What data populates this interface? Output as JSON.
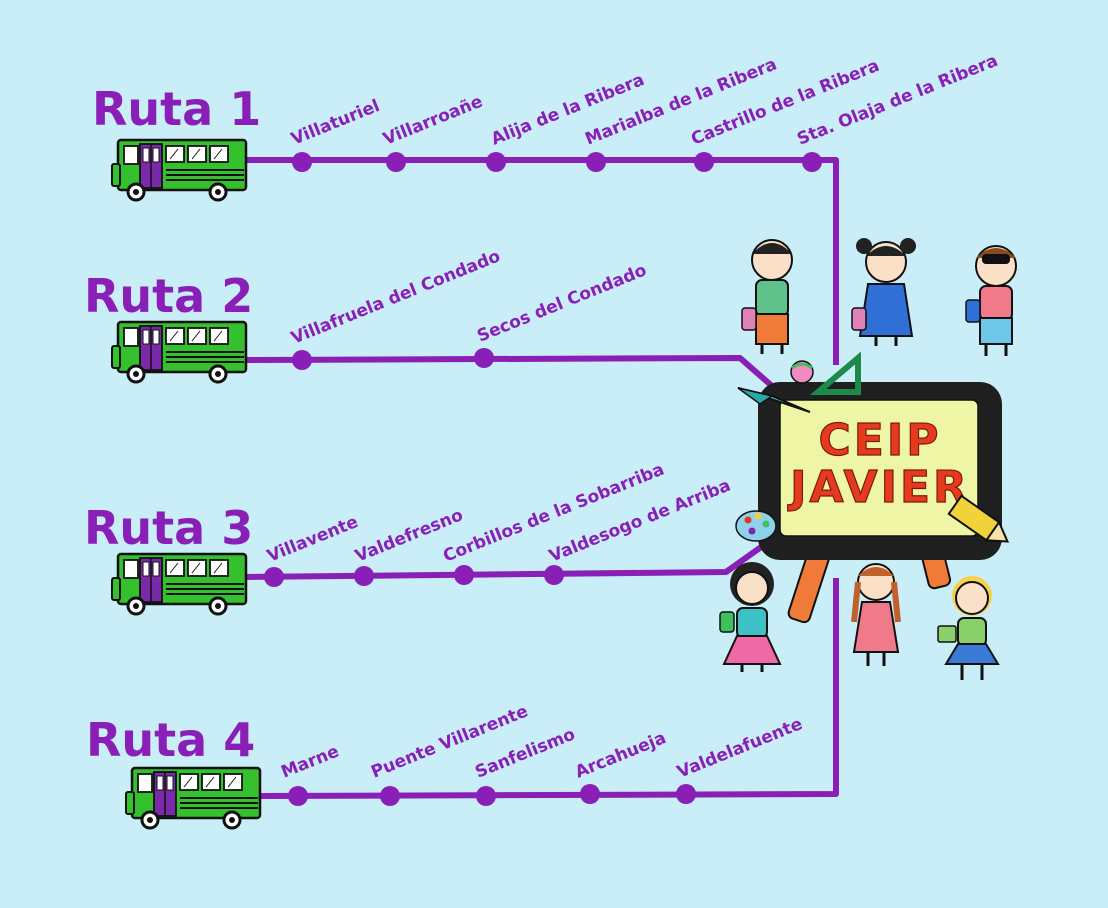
{
  "colors": {
    "background": "#c9eef8",
    "route_line": "#8a1fb8",
    "bus_body": "#34c12d",
    "bus_door": "#7a2aa8",
    "board_frame": "#1f1f1f",
    "board_face": "#eef6a6",
    "school_text": "#e63a1e"
  },
  "school": {
    "line1": "CEIP",
    "line2": "JAVIER"
  },
  "routes": [
    {
      "title": "Ruta 1",
      "stops": [
        "Villaturiel",
        "Villarroañe",
        "Alija de la Ribera",
        "Marialba de la Ribera",
        "Castrillo de la Ribera",
        "Sta. Olaja de la Ribera"
      ]
    },
    {
      "title": "Ruta 2",
      "stops": [
        "Villafruela del Condado",
        "Secos del Condado"
      ]
    },
    {
      "title": "Ruta 3",
      "stops": [
        "Villavente",
        "Valdefresno",
        "Corbillos de la Sobarriba",
        "Valdesogo de Arriba"
      ]
    },
    {
      "title": "Ruta 4",
      "stops": [
        "Marne",
        "Puente Villarente",
        "Sanfelismo",
        "Arcahueja",
        "Valdelafuente"
      ]
    }
  ]
}
